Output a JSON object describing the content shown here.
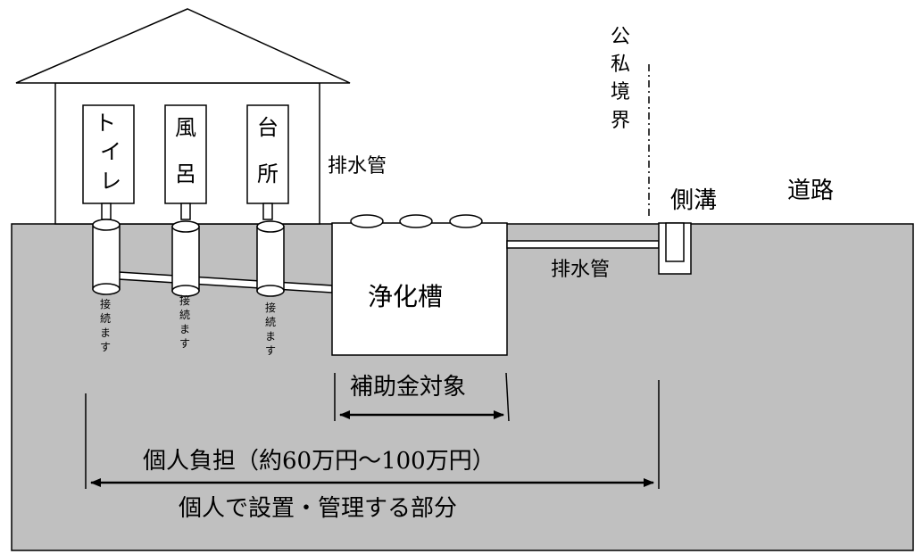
{
  "house": {
    "fixtures": [
      {
        "chars": [
          "ト",
          "イ",
          "レ"
        ]
      },
      {
        "chars": [
          "風",
          "呂"
        ]
      },
      {
        "chars": [
          "台",
          "所"
        ]
      }
    ],
    "pipe_label": "排水管",
    "connector_label": [
      "接",
      "続",
      "ま",
      "す"
    ]
  },
  "septic_tank": {
    "label": "浄化槽"
  },
  "outlet_pipe_label": "排水管",
  "boundary": {
    "chars": [
      "公",
      "私",
      "境",
      "界"
    ]
  },
  "gutter": {
    "label": "側溝"
  },
  "road": {
    "label": "道路"
  },
  "subsidy": {
    "label": "補助金対象"
  },
  "personal_cost": {
    "label": "個人負担（約60万円～100万円）",
    "sublabel": "個人で設置・管理する部分"
  },
  "colors": {
    "ground": "#c0c0c0",
    "line": "#000000",
    "white": "#ffffff"
  }
}
